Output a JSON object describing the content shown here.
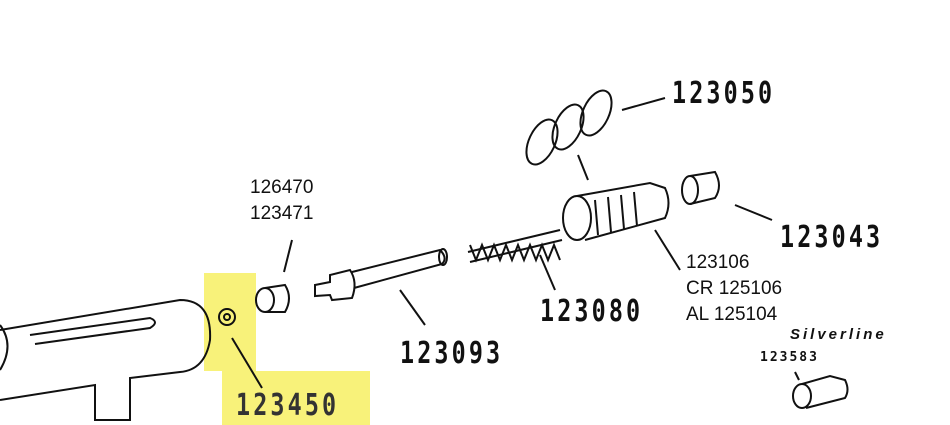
{
  "parts": [
    {
      "id": "oring",
      "label": "123050"
    },
    {
      "id": "cap",
      "label": "123043"
    },
    {
      "id": "nozzle",
      "label": "123106",
      "alt": [
        "CR 125106",
        "AL 125104"
      ]
    },
    {
      "id": "spring",
      "label": "123080"
    },
    {
      "id": "needle-guide",
      "label": "123093"
    },
    {
      "id": "chuck",
      "label": "126470",
      "alt": [
        "123471"
      ]
    },
    {
      "id": "seal",
      "label": "123450",
      "highlighted": true
    },
    {
      "id": "silverline-cap",
      "label": "123583",
      "group": "Silverline"
    }
  ],
  "highlight_color": "#f8f27a"
}
